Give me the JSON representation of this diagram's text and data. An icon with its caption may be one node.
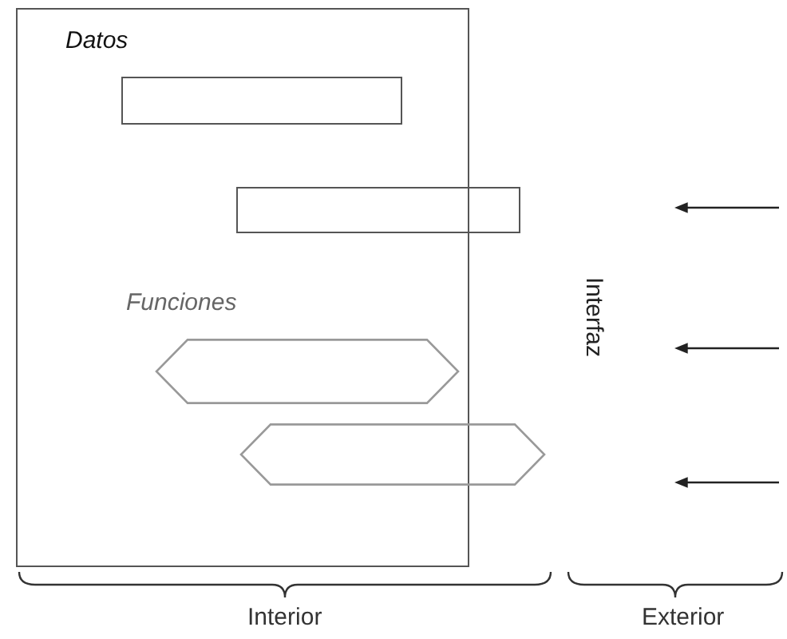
{
  "diagram": {
    "nodes": [
      {
        "text": [
          "Datos",
          "Funciones"
        ]
      },
      {
        "text": [],
        "shape": "box",
        "in": 0
      },
      {
        "text": [],
        "shape": "box"
      },
      {
        "text": [],
        "shape": "hexagon",
        "in": 0
      },
      {
        "text": [],
        "shape": "hexagon"
      }
    ],
    "labels": [
      "Interfaz",
      "Interior",
      "Exterior"
    ]
  }
}
